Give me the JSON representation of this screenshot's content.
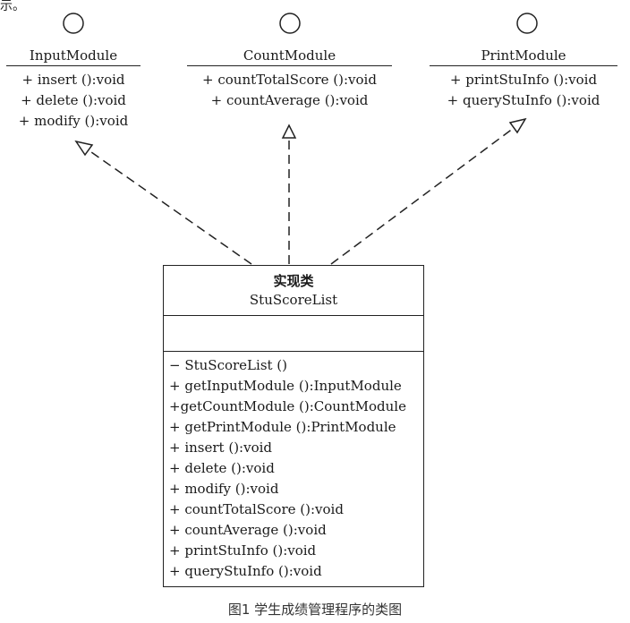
{
  "corner_text": "示。",
  "interfaces": [
    {
      "name": "InputModule",
      "operations": [
        "+ insert ():void",
        "+ delete ():void",
        "+ modify ():void"
      ]
    },
    {
      "name": "CountModule",
      "operations": [
        "+ countTotalScore ():void",
        "+ countAverage ():void"
      ]
    },
    {
      "name": "PrintModule",
      "operations": [
        "+ printStuInfo ():void",
        "+ queryStuInfo ():void"
      ]
    }
  ],
  "implementation_class": {
    "stereotype": "实现类",
    "name": "StuScoreList",
    "attributes": [],
    "methods": [
      "− StuScoreList ()",
      "+ getInputModule ():InputModule",
      "+getCountModule ():CountModule",
      "+ getPrintModule ():PrintModule",
      "+ insert ():void",
      "+ delete ():void",
      "+ modify ():void",
      "+ countTotalScore ():void",
      "+ countAverage ():void",
      "+ printStuInfo ():void",
      "+ queryStuInfo ():void"
    ]
  },
  "caption": "图1 学生成绩管理程序的类图"
}
